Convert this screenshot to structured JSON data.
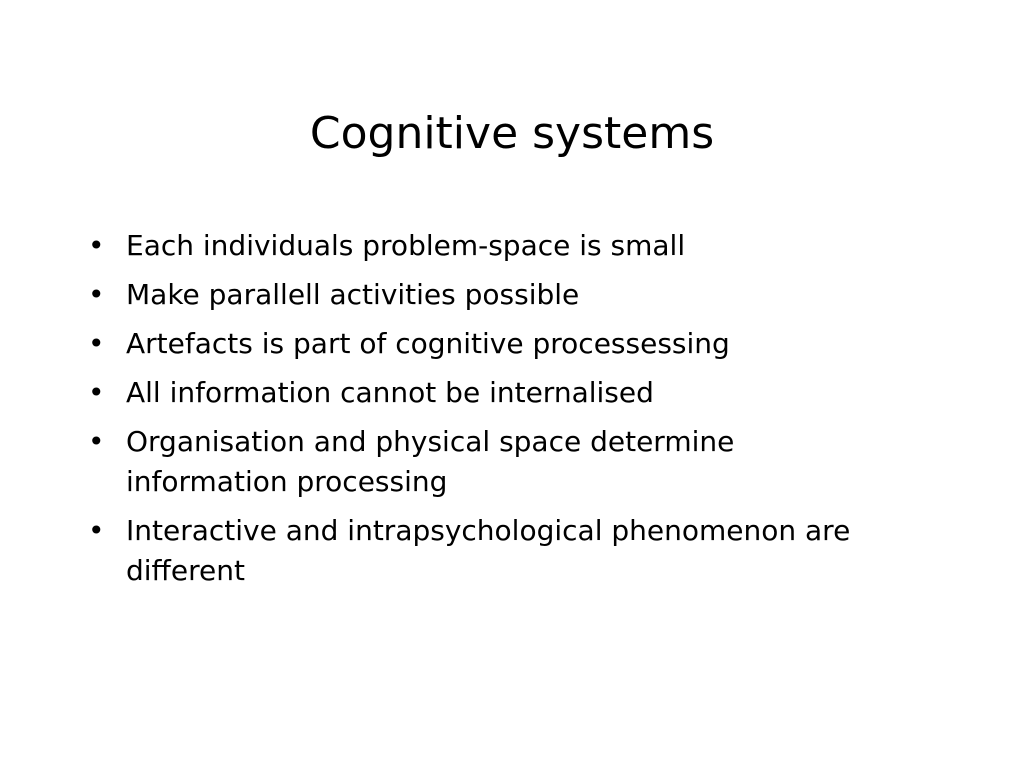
{
  "slide": {
    "title": "Cognitive systems",
    "bullet_symbol": "•",
    "bullets": [
      "Each individuals problem-space is small",
      "Make parallell activities possible",
      "Artefacts is part of cognitive processessing",
      "All information cannot be internalised",
      "Organisation and physical space determine information processing",
      "Interactive and intrapsychological phenomenon are different"
    ]
  },
  "colors": {
    "background": "#ffffff",
    "text": "#000000"
  }
}
